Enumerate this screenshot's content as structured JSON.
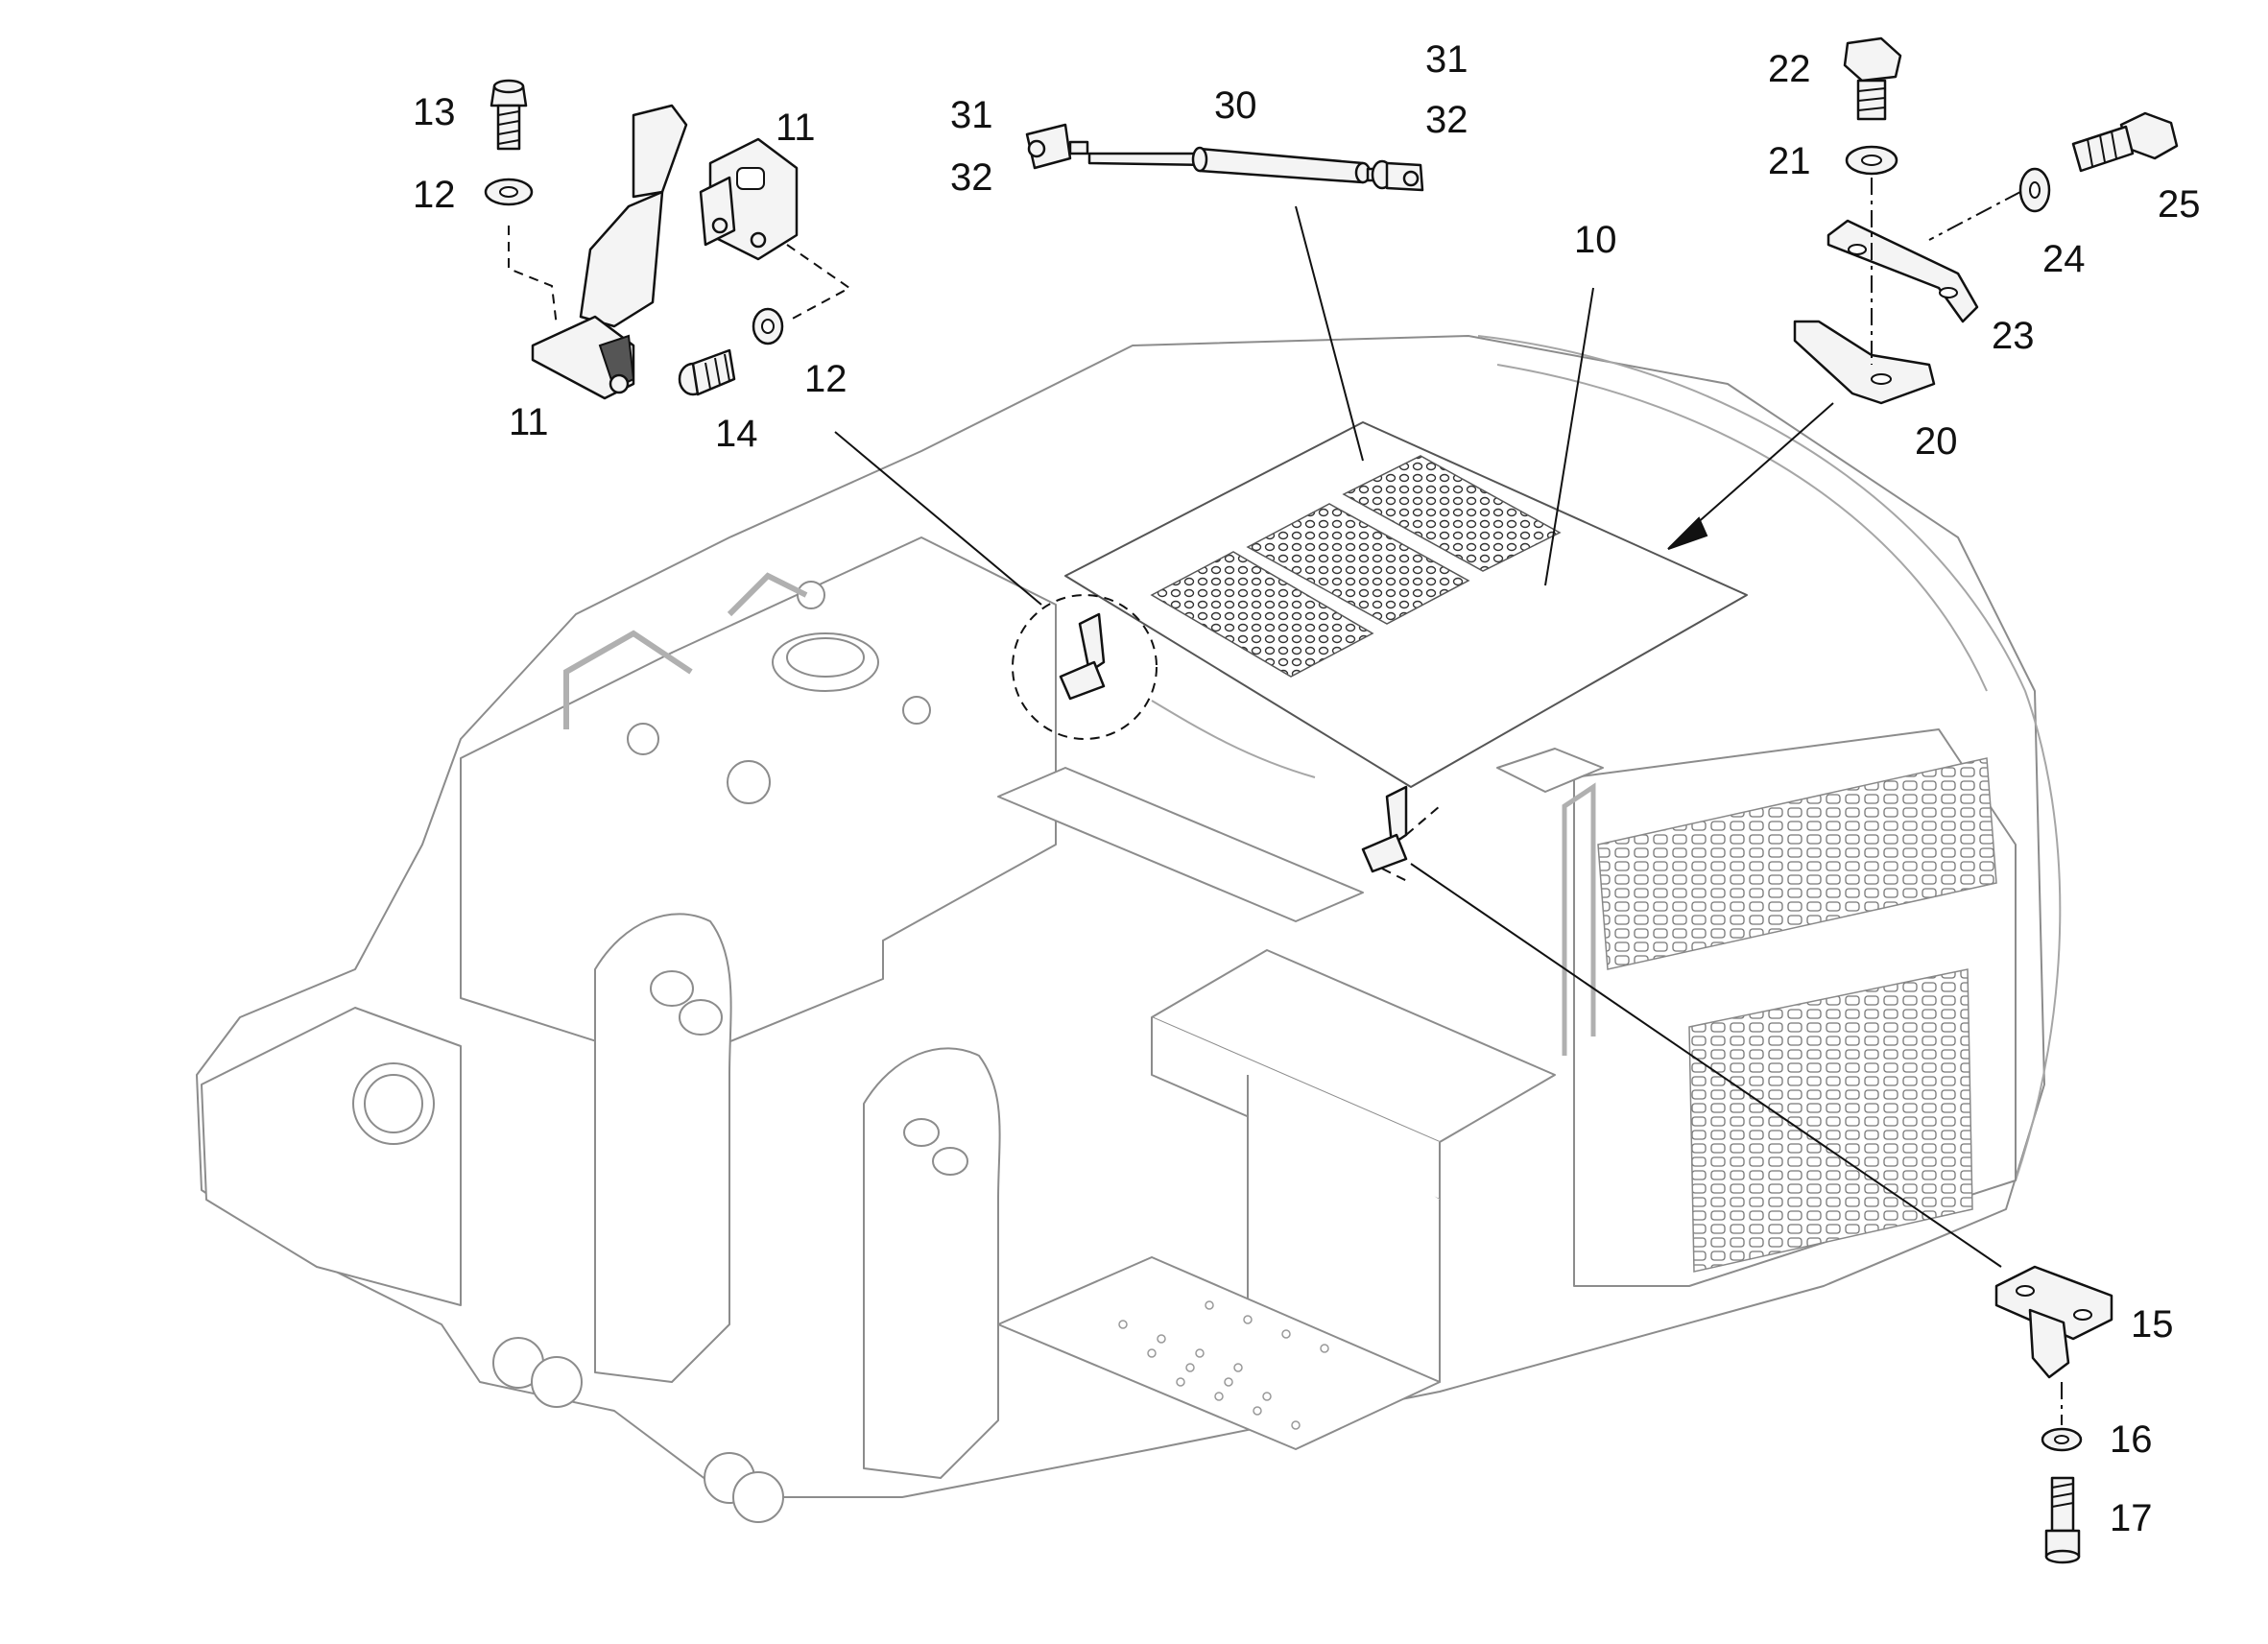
{
  "callouts": [
    {
      "id": "13",
      "text": "13"
    },
    {
      "id": "12a",
      "text": "12"
    },
    {
      "id": "11a",
      "text": "11"
    },
    {
      "id": "11b",
      "text": "11"
    },
    {
      "id": "14",
      "text": "14"
    },
    {
      "id": "12b",
      "text": "12"
    },
    {
      "id": "31a",
      "text": "31"
    },
    {
      "id": "32a",
      "text": "32"
    },
    {
      "id": "30",
      "text": "30"
    },
    {
      "id": "31b",
      "text": "31"
    },
    {
      "id": "32b",
      "text": "32"
    },
    {
      "id": "10",
      "text": "10"
    },
    {
      "id": "22",
      "text": "22"
    },
    {
      "id": "21",
      "text": "21"
    },
    {
      "id": "25",
      "text": "25"
    },
    {
      "id": "24",
      "text": "24"
    },
    {
      "id": "23",
      "text": "23"
    },
    {
      "id": "20",
      "text": "20"
    },
    {
      "id": "15",
      "text": "15"
    },
    {
      "id": "16",
      "text": "16"
    },
    {
      "id": "17",
      "text": "17"
    }
  ],
  "colors": {
    "line": "#111111",
    "machine_outline": "#8c8c8c",
    "background": "#ffffff"
  }
}
